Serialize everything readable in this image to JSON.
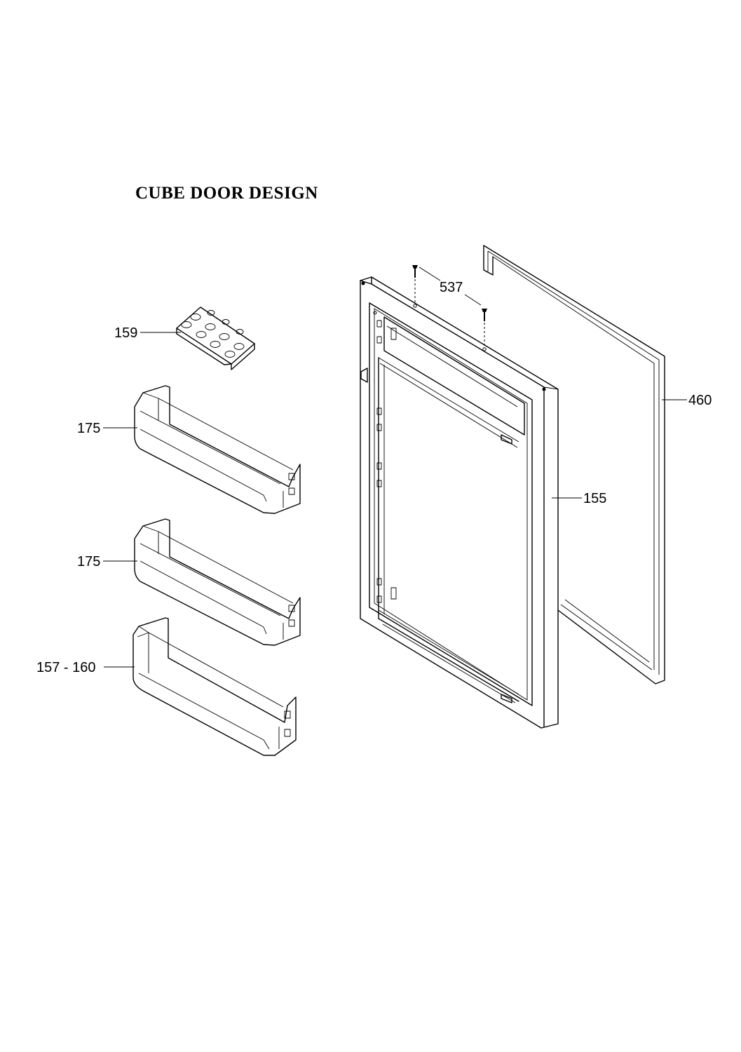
{
  "title": "CUBE DOOR DESIGN",
  "callouts": {
    "egg_tray": "159",
    "bottle_shelf_1": "175",
    "bottle_shelf_2": "175",
    "large_shelf": "157 - 160",
    "screws": "537",
    "door_gasket": "460",
    "door_panel": "155"
  }
}
